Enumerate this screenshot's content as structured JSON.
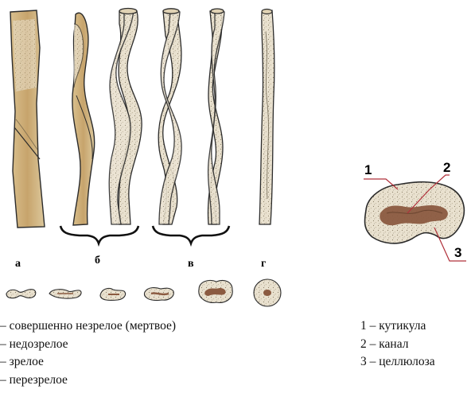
{
  "stage_labels": {
    "a": "а",
    "b": "б",
    "v": "в",
    "g": "г"
  },
  "cross_section_labels": {
    "one": "1",
    "two": "2",
    "three": "3"
  },
  "maturity_legend": [
    "– совершенно незрелое (мертвое)",
    "– недозрелое",
    "– зрелое",
    "– перезрелое"
  ],
  "parts_legend": [
    "1 – кутикула",
    "2 – канал",
    "3 – целлюлоза"
  ],
  "colors": {
    "fiber_fill": "#e7dcc6",
    "fiber_tan": "#c9ab78",
    "canal": "#8b5a40",
    "outline": "#2b2b2b"
  }
}
